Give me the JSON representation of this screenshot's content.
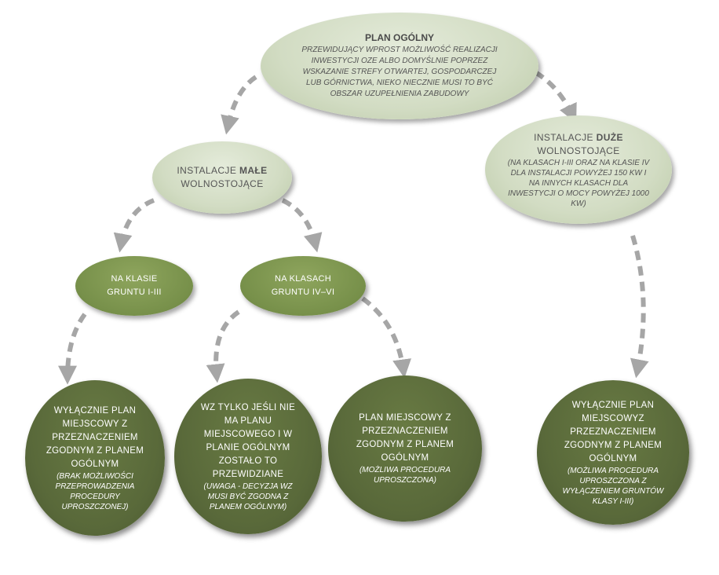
{
  "root": {
    "title": "PLAN OGÓLNY",
    "desc": "PRZEWIDUJĄCY WPROST MOŻLIWOŚĆ REALIZACJI INWESTYCJI OZE ALBO DOMYŚLNIE POPRZEZ WSKAZANIE STREFY OTWARTEJ, GOSPODARCZEJ LUB GÓRNICTWA, NIEKO NIECZNIE MUSI TO BYĆ OBSZAR UZUPEŁNIENIA ZABUDOWY"
  },
  "small": {
    "prefix": "INSTALACJE ",
    "bold": "MAŁE",
    "suffix": "WOLNOSTOJĄCE"
  },
  "large": {
    "prefix": "INSTALACJE ",
    "bold": "DUŻE",
    "suffix": "WOLNOSTOJĄCE",
    "note": "(NA KLASACH I-III ORAZ NA KLASIE IV DLA INSTALACJI POWYŻEJ 150 KW I NA INNYCH KLASACH DLA INWESTYCJI O MOCY POWYŻEJ 1000 KW)"
  },
  "class_1_3": "NA KLASIE GRUNTU I-III",
  "class_4_6": "NA KLASACH GRUNTU IV–VI",
  "outcome1": {
    "main": "WYŁĄCZNIE PLAN MIEJSCOWY Z PRZEZNACZENIEM ZGODNYM Z PLANEM OGÓLNYM",
    "note": "(BRAK MOŻLIWOŚCI PRZEPROWADZENIA PROCEDURY UPROSZCZONEJ)"
  },
  "outcome2": {
    "main": "WZ TYLKO JEŚLI NIE MA PLANU MIEJSCOWEGO I W PLANIE OGÓLNYM ZOSTAŁO TO PRZEWIDZIANE",
    "note": "(UWAGA - DECYZJA WZ MUSI BYĆ ZGODNA Z PLANEM OGÓLNYM)"
  },
  "outcome3": {
    "main": "PLAN MIEJSCOWY Z PRZEZNACZENIEM ZGODNYM Z PLANEM OGÓLNYM",
    "note": "(MOŻLIWA PROCEDURA UPROSZCZONA)"
  },
  "outcome4": {
    "main": "WYŁĄCZNIE PLAN MIEJSCOWYZ PRZEZNACZENIEM ZGODNYM Z PLANEM OGÓLNYM",
    "note": "(MOŻLIWA PROCEDURA UPROSZCZONA Z WYŁĄCZENIEM GRUNTÓW KLASY I-III)"
  },
  "colors": {
    "light_node": "#d2dcc3",
    "mid_node": "#77904a",
    "dark_node": "#59693a",
    "arrow": "#a6a6a6"
  }
}
